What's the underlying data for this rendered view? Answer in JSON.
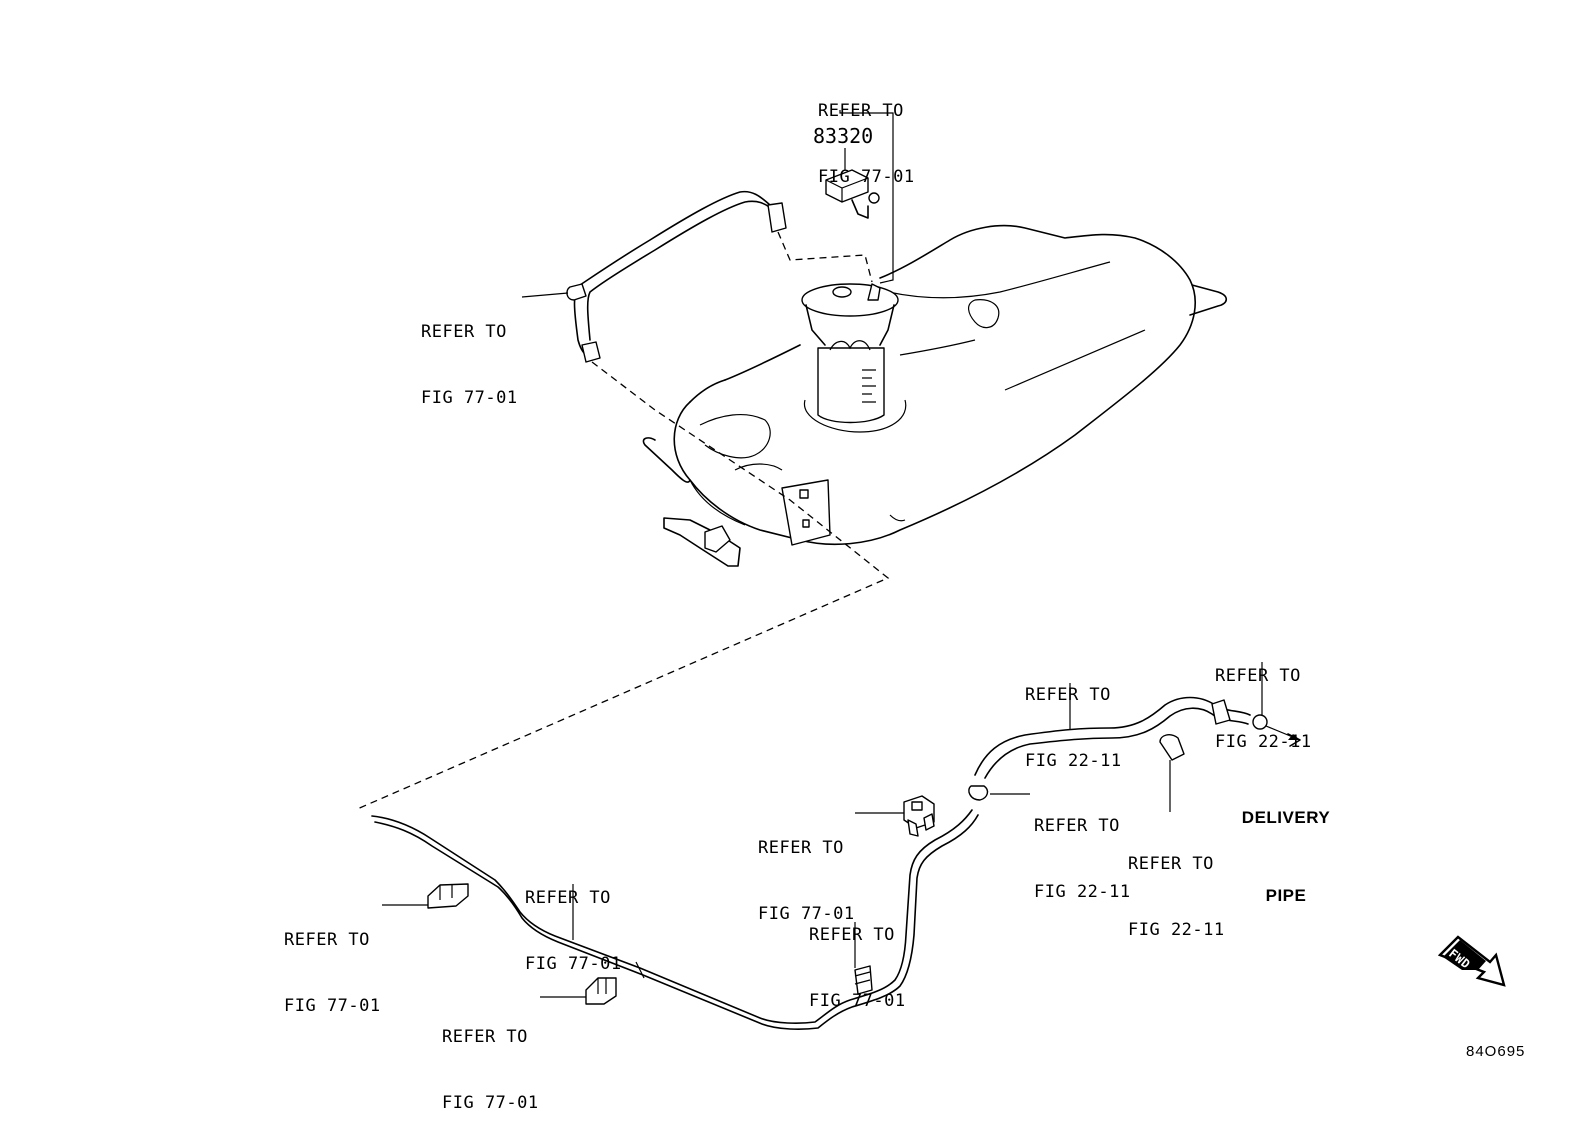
{
  "labels": {
    "pump_ref_line1": "REFER TO",
    "pump_ref_line2": "FIG 77-01",
    "part_number": "83320",
    "hose_ref_line1": "REFER TO",
    "hose_ref_line2": "FIG 77-01",
    "inlet_ref_line1": "REFER TO",
    "inlet_ref_line2": "FIG 22-11",
    "outlet_ref_line1": "REFER TO",
    "outlet_ref_line2": "FIG 22-11",
    "clamp_ref_line1": "REFER TO",
    "clamp_ref_line2": "FIG 22-11",
    "clip_ref_line1": "REFER TO",
    "clip_ref_line2": "FIG 22-11",
    "connector_ref_line1": "REFER TO",
    "connector_ref_line2": "FIG 77-01",
    "delivery_line1": "DELIVERY",
    "delivery_line2": "PIPE",
    "tube_ref_line1": "REFER TO",
    "tube_ref_line2": "FIG 77-01",
    "clampA_ref_line1": "REFER TO",
    "clampA_ref_line2": "FIG 77-01",
    "clampB_ref_line1": "REFER TO",
    "clampB_ref_line2": "FIG 77-01",
    "clampC_ref_line1": "REFER TO",
    "clampC_ref_line2": "FIG 77-01",
    "fwd": "FWD",
    "figure_code": "84O695"
  },
  "icons": [
    "fuel-tank-icon",
    "fuel-pump-icon",
    "bracket-icon",
    "fwd-arrow-icon"
  ],
  "colors": {
    "ink": "#000000",
    "background": "#ffffff"
  }
}
